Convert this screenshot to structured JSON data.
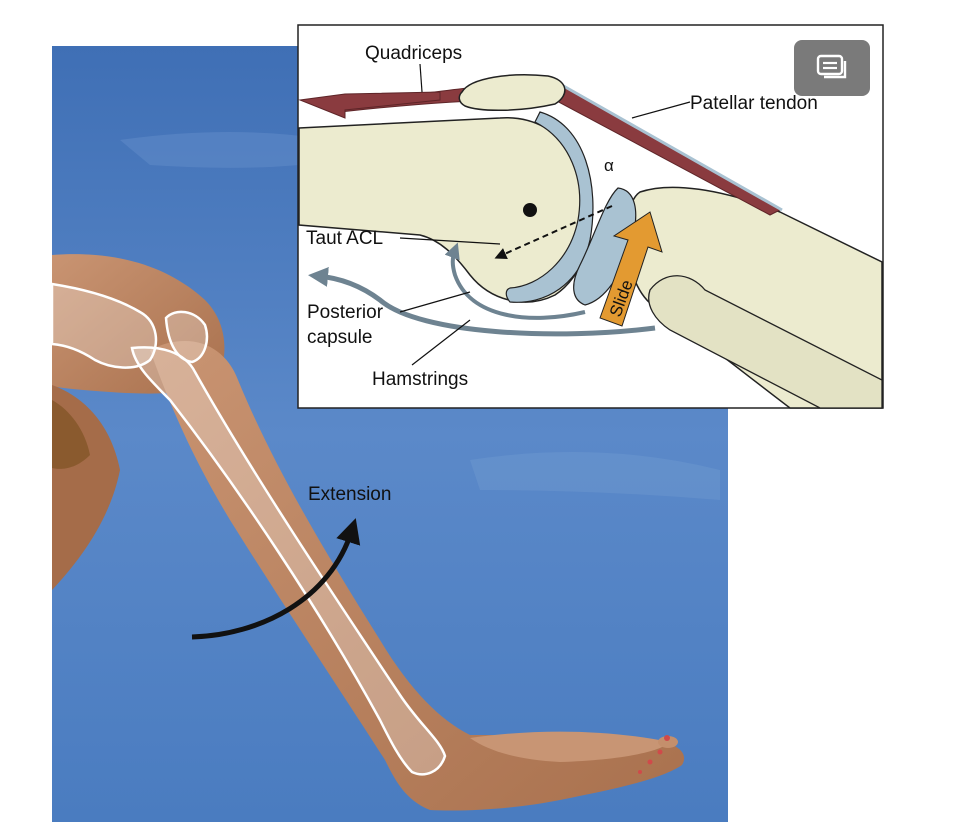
{
  "main_figure": {
    "motion_label": "Extension"
  },
  "inset": {
    "labels": {
      "quadriceps": "Quadriceps",
      "patellar_tendon": "Patellar tendon",
      "alpha": "α",
      "taut_acl": "Taut ACL",
      "posterior_line1": "Posterior",
      "posterior_line2": "capsule",
      "hamstrings": "Hamstrings",
      "slide": "Slide"
    }
  },
  "controls": {
    "caption_button_icon": "captions-icon"
  },
  "colors": {
    "sky": "#4d7fc2",
    "skin": "#b98360",
    "bone": "#ecebcf",
    "cartilage": "#a9c2d2",
    "muscle": "#8a3b3f",
    "slide_arrow": "#e39a31",
    "hamstring_arrow": "#6e8391"
  }
}
